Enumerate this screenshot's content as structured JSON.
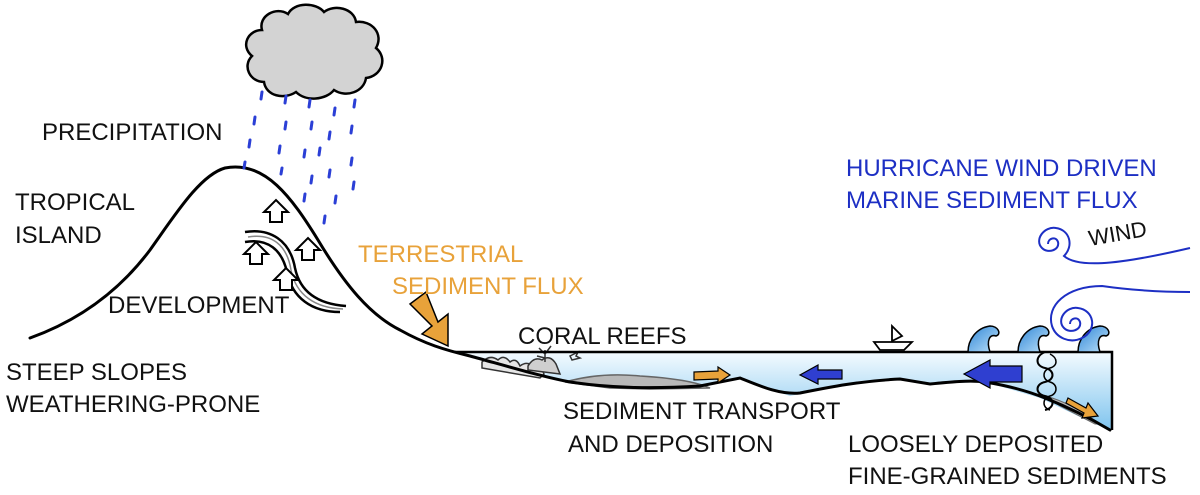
{
  "labels": {
    "precipitation": "PRECIPITATION",
    "tropical_1": "TROPICAL",
    "tropical_2": "ISLAND",
    "development": "DEVELOPMENT",
    "steep_1": "STEEP SLOPES",
    "steep_2": "WEATHERING-PRONE",
    "terrestrial_1": "TERRESTRIAL",
    "terrestrial_2": "SEDIMENT FLUX",
    "coral_reefs": "CORAL REEFS",
    "hurricane_1": "HURRICANE WIND DRIVEN",
    "hurricane_2": "MARINE SEDIMENT FLUX",
    "wind": "WIND",
    "transport_1": "SEDIMENT TRANSPORT",
    "transport_2": "AND DEPOSITION",
    "loosely_1": "LOOSELY DEPOSITED",
    "loosely_2": "FINE-GRAINED SEDIMENTS"
  },
  "colors": {
    "terrestrial": "#e8a23a",
    "marine": "#1d2fc4",
    "water_top": "#f4fbff",
    "water_bottom": "#7fc4ee",
    "cloud": "#d3d3d3",
    "rain": "#2b3fd6",
    "sediment": "#b8b8b8",
    "wave": "#4aa3e0"
  },
  "icons": [
    "cloud-icon",
    "house-icon",
    "boat-icon",
    "wave-icon",
    "wind-swirl-icon",
    "arrow-icon"
  ]
}
